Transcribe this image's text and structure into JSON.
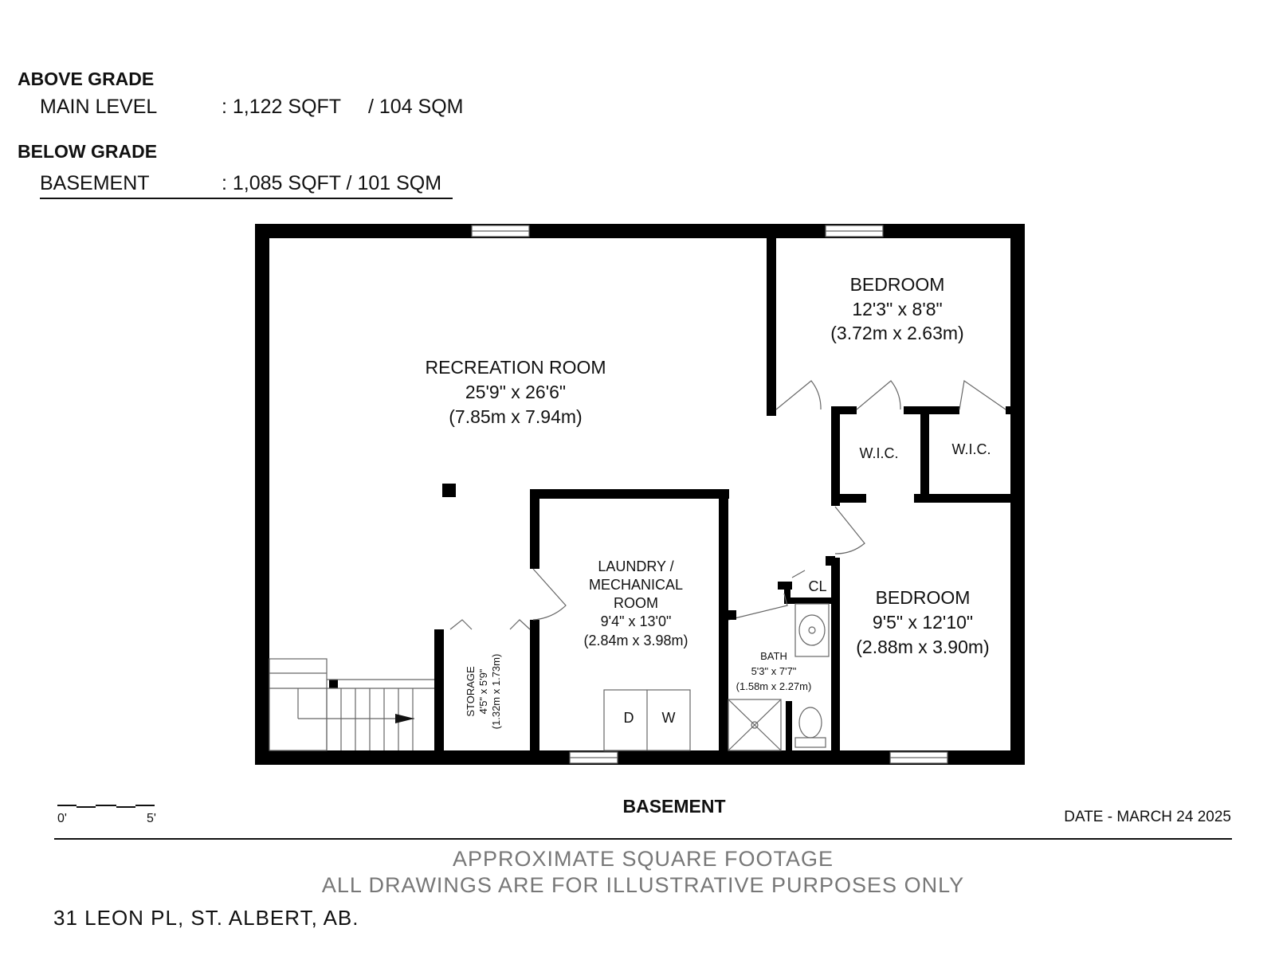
{
  "area_summary": {
    "above_grade_heading": "ABOVE GRADE",
    "main_level_label": "MAIN LEVEL",
    "main_level_sqft": ": 1,122 SQFT",
    "main_level_sqm": "/ 104 SQM",
    "below_grade_heading": "BELOW GRADE",
    "basement_label": "BASEMENT",
    "basement_value": ": 1,085 SQFT / 101 SQM"
  },
  "rooms": {
    "recreation": {
      "name": "RECREATION ROOM",
      "imperial": "25'9\" x 26'6\"",
      "metric": "(7.85m x 7.94m)"
    },
    "bedroom_top": {
      "name": "BEDROOM",
      "imperial": "12'3\" x 8'8\"",
      "metric": "(3.72m x 2.63m)"
    },
    "wic_left": {
      "name": "W.I.C."
    },
    "wic_right": {
      "name": "W.I.C."
    },
    "laundry": {
      "name_line1": "LAUNDRY /",
      "name_line2": "MECHANICAL",
      "name_line3": "ROOM",
      "imperial": "9'4\" x 13'0\"",
      "metric": "(2.84m x 3.98m)"
    },
    "storage": {
      "name": "STORAGE",
      "imperial": "4'5\" x 5'9\"",
      "metric": "(1.32m x 1.73m)"
    },
    "bath": {
      "name": "BATH",
      "imperial": "5'3\" x 7'7\"",
      "metric": "(1.58m x 2.27m)"
    },
    "closet": {
      "name": "CL"
    },
    "bedroom_bottom": {
      "name": "BEDROOM",
      "imperial": "9'5\" x 12'10\"",
      "metric": "(2.88m x 3.90m)"
    }
  },
  "appliances": {
    "dryer": "D",
    "washer": "W"
  },
  "scale": {
    "start": "0'",
    "end": "5'"
  },
  "level_title": "BASEMENT",
  "date": "DATE - MARCH 24 2025",
  "disclaimer_line1": "APPROXIMATE SQUARE FOOTAGE",
  "disclaimer_line2": "ALL DRAWINGS ARE FOR ILLUSTRATIVE PURPOSES ONLY",
  "address": "31 LEON PL, ST. ALBERT, AB."
}
